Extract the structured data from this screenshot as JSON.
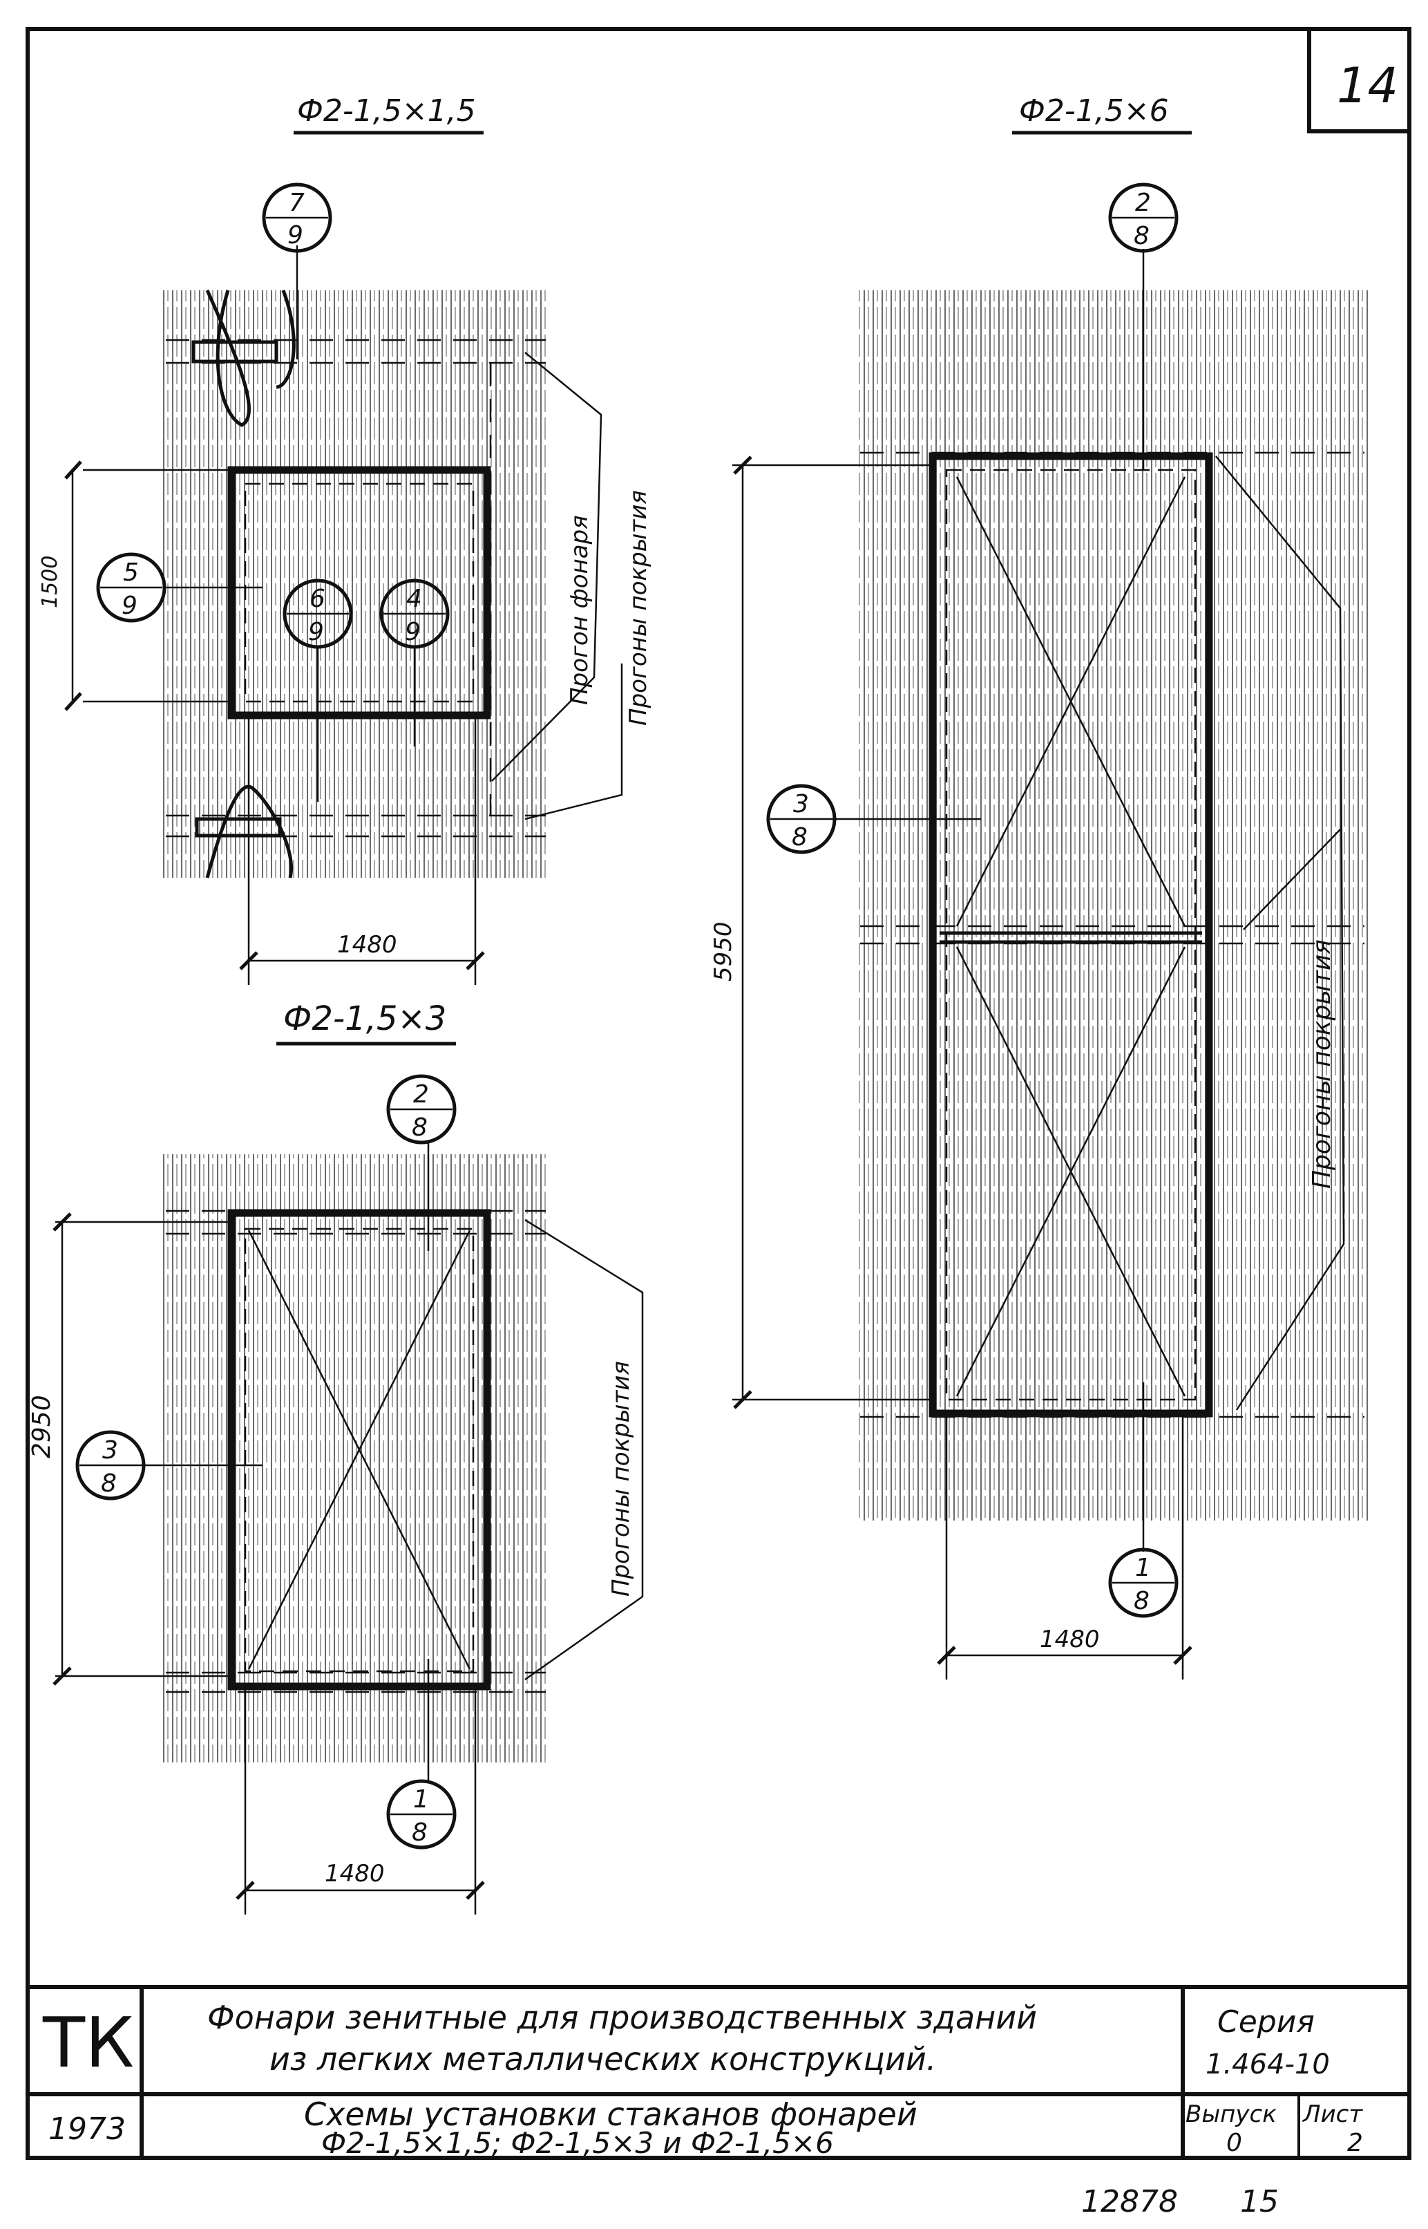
{
  "sheet": {
    "number": "14",
    "footer_number": "12878",
    "footer_page": "15"
  },
  "drawings": {
    "top_left": {
      "title": "Ф2-1,5×1,5",
      "height_dim": "1500",
      "width_dim": "1480",
      "label_fanar": "Прогон фонаря",
      "label_purlins": "Прогоны покрытия",
      "markers": [
        {
          "num": "7",
          "den": "9"
        },
        {
          "num": "5",
          "den": "9"
        },
        {
          "num": "6",
          "den": "9"
        },
        {
          "num": "4",
          "den": "9"
        }
      ]
    },
    "bottom_left": {
      "title": "Ф2-1,5×3",
      "height_dim": "2950",
      "width_dim": "1480",
      "label_purlins": "Прогоны покрытия",
      "markers": [
        {
          "num": "2",
          "den": "8"
        },
        {
          "num": "3",
          "den": "8"
        },
        {
          "num": "1",
          "den": "8"
        }
      ]
    },
    "right": {
      "title": "Ф2-1,5×6",
      "height_dim": "5950",
      "width_dim": "1480",
      "label_purlins": "Прогоны покрытия",
      "markers": [
        {
          "num": "2",
          "den": "8"
        },
        {
          "num": "3",
          "den": "8"
        },
        {
          "num": "1",
          "den": "8"
        }
      ]
    }
  },
  "title_block": {
    "org": "ТК",
    "year": "1973",
    "description_line1": "Фонари зенитные для производственных зданий",
    "description_line2": "из легких металлических конструкций.",
    "subtitle_line1": "Схемы установки стаканов фонарей",
    "subtitle_line2": "Ф2-1,5×1,5;  Ф2-1,5×3  и  Ф2-1,5×6",
    "series_label": "Серия",
    "series_value": "1.464-10",
    "issue_label": "Выпуск",
    "issue_value": "0",
    "sheet_label": "Лист",
    "sheet_value": "2"
  }
}
